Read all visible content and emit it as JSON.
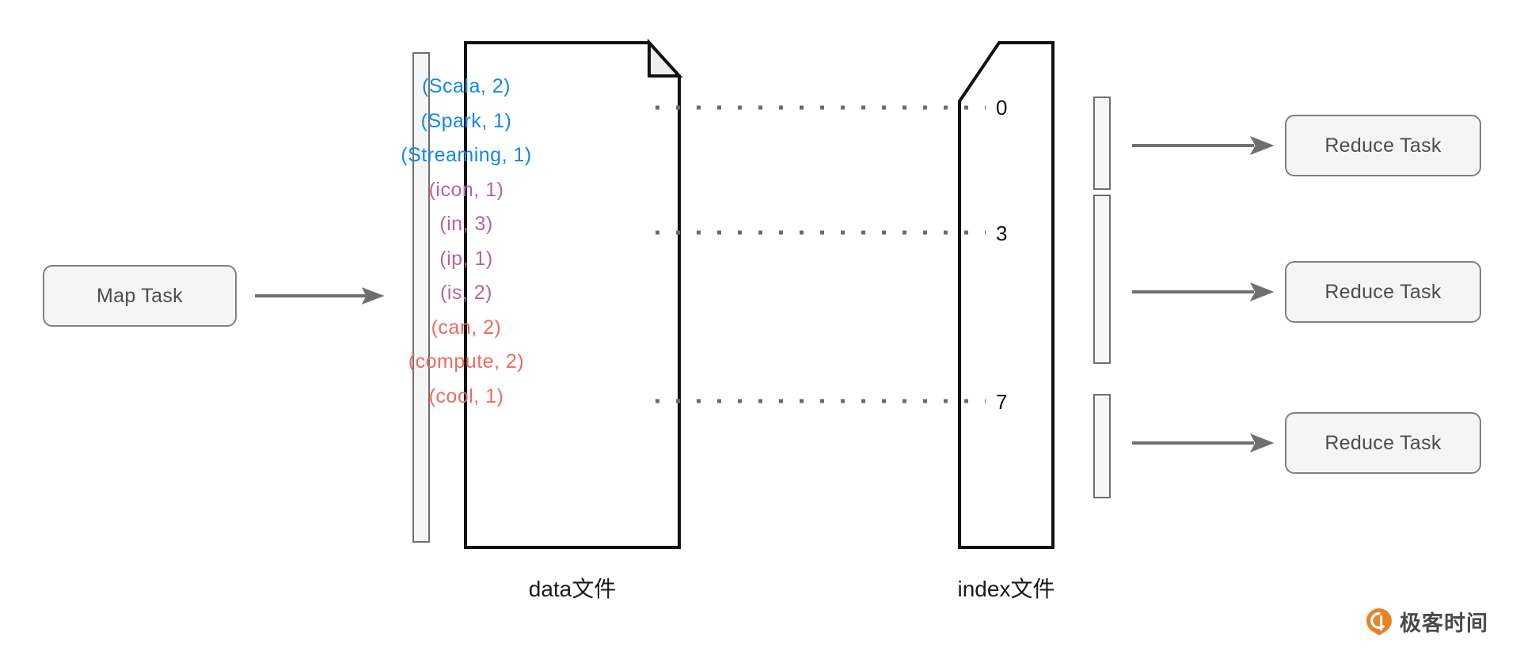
{
  "diagram": {
    "title": "Shuffle write: data file and index file",
    "map_task": {
      "label": "Map Task"
    },
    "reduce_tasks": [
      {
        "label": "Reduce Task"
      },
      {
        "label": "Reduce Task"
      },
      {
        "label": "Reduce Task"
      }
    ],
    "data_file": {
      "caption": "data文件",
      "entries": [
        {
          "text": "(Scala,  2)",
          "color": "#1287e8",
          "partition": 0
        },
        {
          "text": "(Spark,  1)",
          "color": "#1287e8",
          "partition": 0
        },
        {
          "text": "(Streaming,  1)",
          "color": "#1287e8",
          "partition": 0
        },
        {
          "text": "(icon,  1)",
          "color": "#b5669a",
          "partition": 1
        },
        {
          "text": "(in,  3)",
          "color": "#b5669a",
          "partition": 1
        },
        {
          "text": "(ip,  1)",
          "color": "#b5669a",
          "partition": 1
        },
        {
          "text": "(is,  2)",
          "color": "#b5669a",
          "partition": 1
        },
        {
          "text": "(can,  2)",
          "color": "#ec6b63",
          "partition": 2
        },
        {
          "text": "(compute,  2)",
          "color": "#ec6b63",
          "partition": 2
        },
        {
          "text": "(cool,  1)",
          "color": "#ec6b63",
          "partition": 2
        }
      ]
    },
    "index_file": {
      "caption": "index文件",
      "offsets": [
        {
          "value": "0"
        },
        {
          "value": "3"
        },
        {
          "value": "7"
        }
      ]
    },
    "watermark": {
      "text": "极客时间"
    },
    "colors": {
      "partition_0": "#1287e8",
      "partition_1": "#b5669a",
      "partition_2": "#ec6b63",
      "outline": "#111111",
      "arrow": "#6f6f6f",
      "box_fill": "#f5f5f5",
      "box_border": "#808080",
      "dot": "#6b6b6b",
      "watermark_logo": "#e8832a"
    }
  }
}
